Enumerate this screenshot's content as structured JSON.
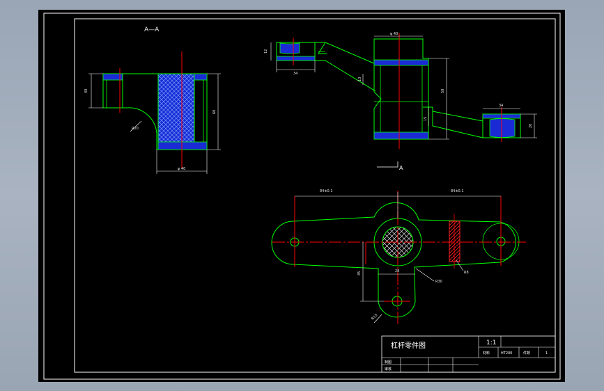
{
  "section_label": "A—A",
  "view_marker": "A",
  "dimensions": {
    "left_height": "40",
    "left_right_height": "60",
    "left_width": "φ 40",
    "left_fillet": "R20",
    "top_diameter": "φ 40",
    "top_boss_height": "12",
    "top_boss_width": "34",
    "mid_small": "10",
    "right_height": "50",
    "right_small": "15",
    "right_boss_width": "34",
    "right_boss_height": "20",
    "plan_left_span": "84±0.1",
    "plan_right_span": "84±0.1",
    "plan_vert": "45",
    "plan_width": "28",
    "plan_r30": "R30",
    "plan_r15": "R15",
    "plan_r8": "R8"
  },
  "title_block": {
    "part_name": "杠杆零件图",
    "scale": "1:1",
    "material_label": "材料",
    "material": "HT200",
    "count_label": "件数",
    "count": "1",
    "drawn_label": "制图",
    "checked_label": "审核"
  },
  "colors": {
    "outline": "#00ff00",
    "centerline": "#ff0000",
    "hatch_fill": "#1a2bd6",
    "dimension": "#ffffff",
    "frame": "#ffffff"
  }
}
